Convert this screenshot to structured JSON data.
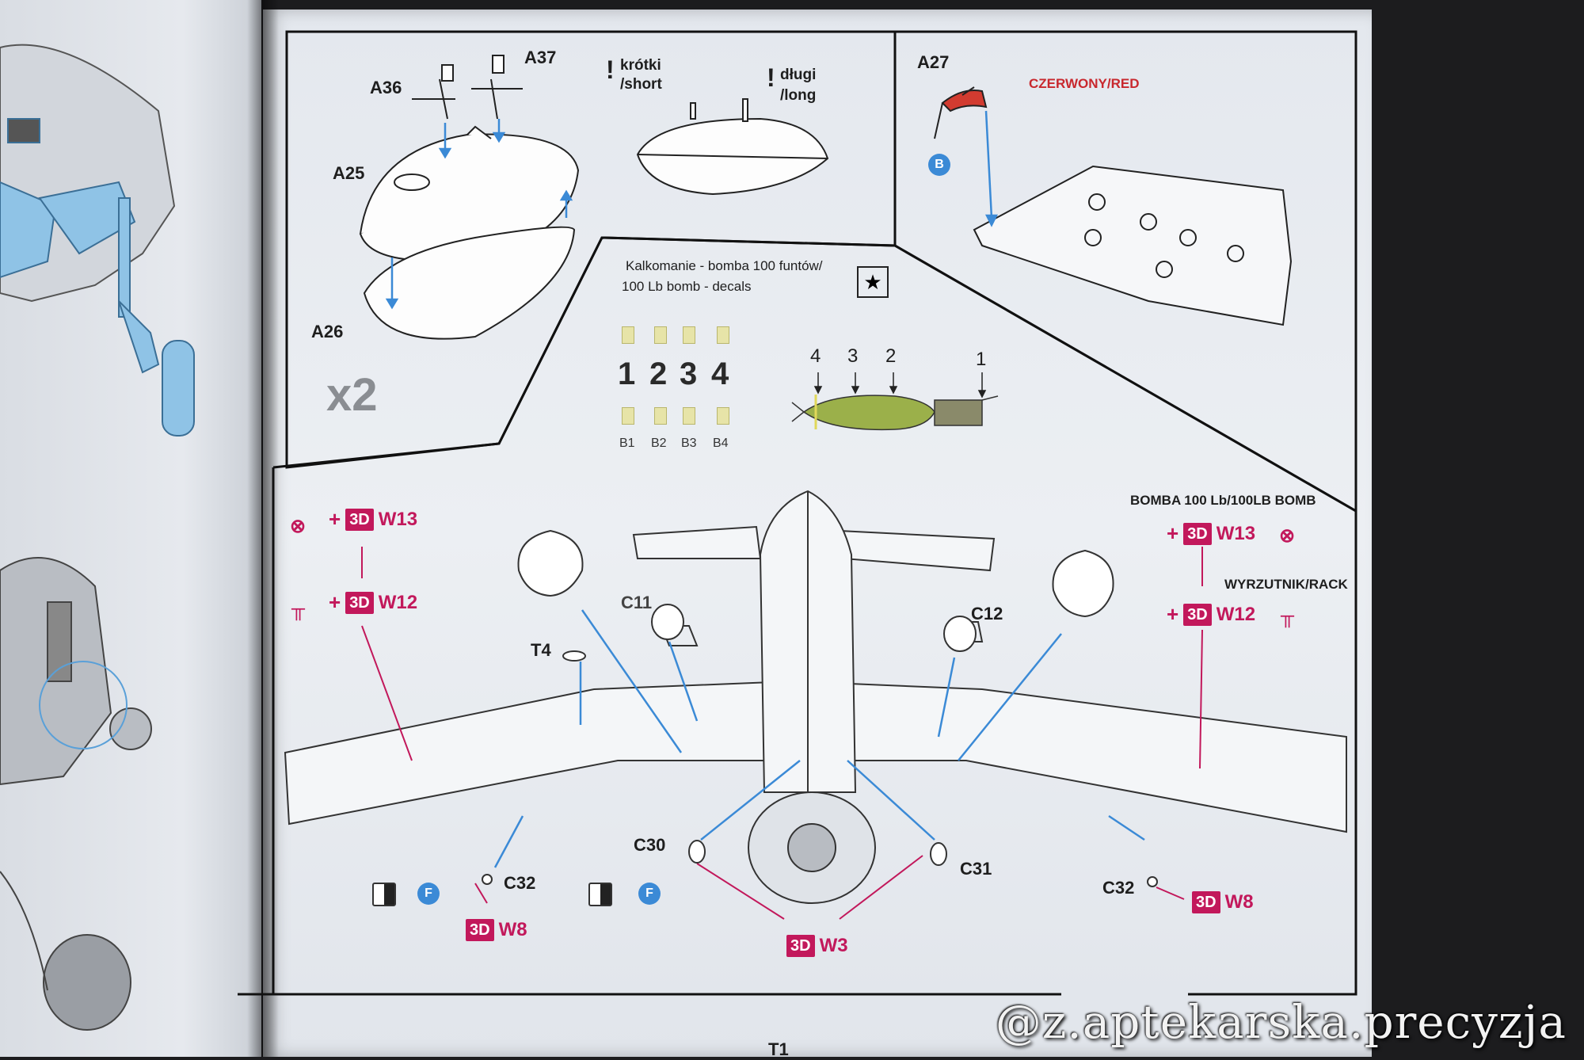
{
  "labels": {
    "a36": "A36",
    "a37": "A37",
    "a25": "A25",
    "a26": "A26",
    "x2": "x2",
    "krotki": "krótki",
    "short": "/short",
    "dlugi": "długi",
    "long": "/long",
    "a27": "A27",
    "czerwony": "CZERWONY/RED",
    "b": "B",
    "kalk1": "Kalkomanie - bomba 100 funtów/",
    "kalk2": "100 Lb bomb - decals",
    "bomb_title": "BOMBA 100 Lb/100LB BOMB",
    "rack": "WYRZUTNIK/RACK",
    "c11": "C11",
    "c12": "C12",
    "t4": "T4",
    "c30": "C30",
    "c31": "C31",
    "c32_left": "C32",
    "c32_right": "C32",
    "t1": "T1",
    "f": "F"
  },
  "decals": {
    "numbers": [
      "1",
      "2",
      "3",
      "4"
    ],
    "codes": [
      "B1",
      "B2",
      "B3",
      "B4"
    ],
    "bomb_callouts": [
      "4",
      "3",
      "2",
      "1"
    ]
  },
  "codes": {
    "tag": "3D",
    "w13": "W13",
    "w12": "W12",
    "w8": "W8",
    "w3": "W3",
    "plus": "+"
  },
  "icons": {
    "star": "★"
  },
  "colors": {
    "magenta": "#c2185b",
    "blue_arrow": "#3b8ad6",
    "red": "#c8282e",
    "bomb_green": "#9bb04a",
    "part_blue": "#8fc3e6"
  },
  "watermark": "@z.aptekarska.precyzja"
}
